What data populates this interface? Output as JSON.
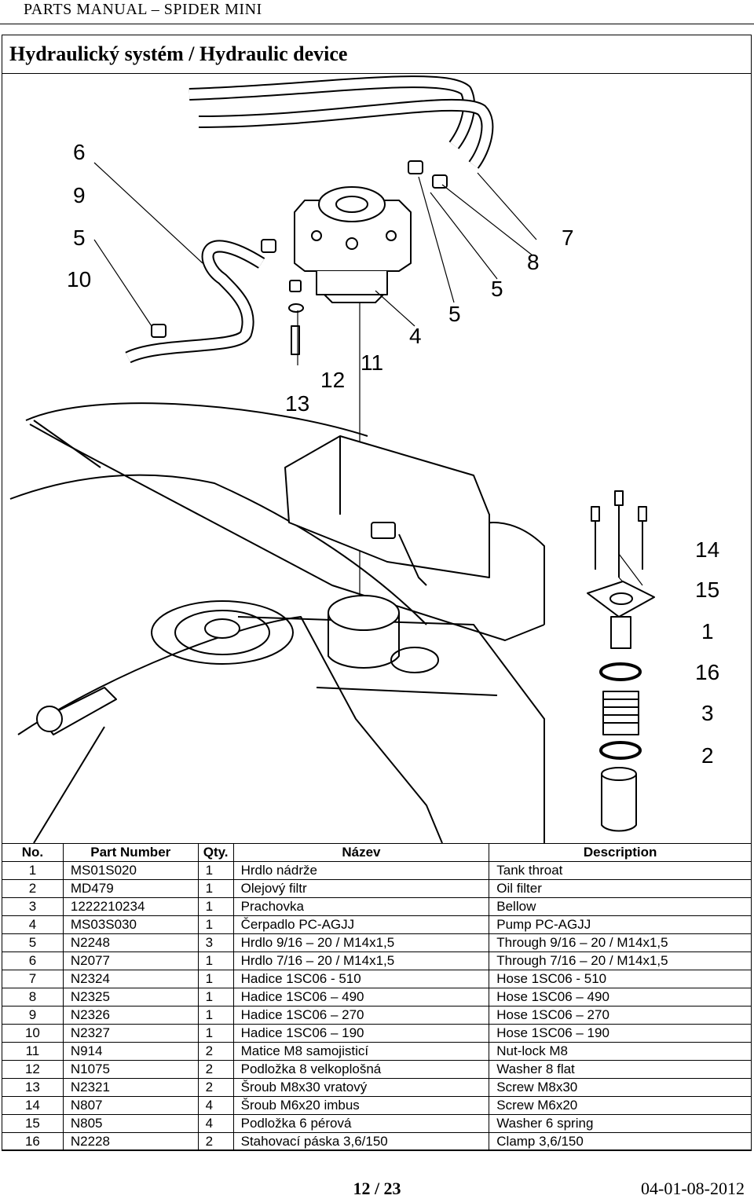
{
  "header": {
    "text": "PARTS MANUAL – SPIDER MINI"
  },
  "title": "Hydraulický systém / Hydraulic device",
  "callouts": [
    "6",
    "9",
    "5",
    "10",
    "7",
    "8",
    "5",
    "5",
    "4",
    "11",
    "12",
    "13",
    "14",
    "15",
    "1",
    "16",
    "3",
    "2"
  ],
  "table": {
    "headers": [
      "No.",
      "Part Number",
      "Qty.",
      "Název",
      "Description"
    ],
    "rows": [
      [
        "1",
        "MS01S020",
        "1",
        "Hrdlo nádrže",
        "Tank throat"
      ],
      [
        "2",
        "MD479",
        "1",
        "Olejový filtr",
        "Oil filter"
      ],
      [
        "3",
        "1222210234",
        "1",
        "Prachovka",
        "Bellow"
      ],
      [
        "4",
        "MS03S030",
        "1",
        "Čerpadlo PC-AGJJ",
        "Pump PC-AGJJ"
      ],
      [
        "5",
        "N2248",
        "3",
        "Hrdlo 9/16 – 20 / M14x1,5",
        "Through 9/16 – 20 / M14x1,5"
      ],
      [
        "6",
        "N2077",
        "1",
        "Hrdlo 7/16 – 20 / M14x1,5",
        "Through 7/16 – 20 / M14x1,5"
      ],
      [
        "7",
        "N2324",
        "1",
        "Hadice 1SC06 - 510",
        "Hose 1SC06 - 510"
      ],
      [
        "8",
        "N2325",
        "1",
        "Hadice 1SC06 – 490",
        "Hose 1SC06 – 490"
      ],
      [
        "9",
        "N2326",
        "1",
        "Hadice 1SC06 – 270",
        "Hose 1SC06 – 270"
      ],
      [
        "10",
        "N2327",
        "1",
        "Hadice 1SC06 – 190",
        "Hose 1SC06 – 190"
      ],
      [
        "11",
        "N914",
        "2",
        "Matice M8 samojisticí",
        "Nut-lock M8"
      ],
      [
        "12",
        "N1075",
        "2",
        "Podložka 8 velkoplošná",
        "Washer 8 flat"
      ],
      [
        "13",
        "N2321",
        "2",
        "Šroub M8x30 vratový",
        "Screw M8x30"
      ],
      [
        "14",
        "N807",
        "4",
        "Šroub M6x20 imbus",
        "Screw M6x20"
      ],
      [
        "15",
        "N805",
        "4",
        "Podložka 6 pérová",
        "Washer 6 spring"
      ],
      [
        "16",
        "N2228",
        "2",
        "Stahovací páska 3,6/150",
        "Clamp 3,6/150"
      ]
    ]
  },
  "footer": {
    "page": "12 / 23",
    "date": "04-01-08-2012"
  }
}
